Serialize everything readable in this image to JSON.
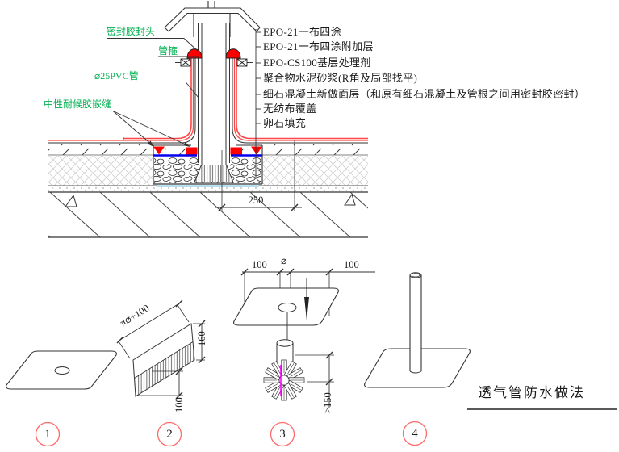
{
  "drawing": {
    "callouts_left": [
      "密封胶封头",
      "管箍",
      "⌀25PVC管",
      "中性耐候胶嵌缝"
    ],
    "layer_callouts": [
      "EPO-21一布四涂",
      "EPO-21一布四涂附加层",
      "EPO-CS100基层处理剂",
      "聚合物水泥砂浆(R角及局部找平)",
      "细石混凝土新做面层（和原有细石混凝土及管根之间用密封胶密封）",
      "无纺布覆盖",
      "卵石填充"
    ],
    "dimension_250": "250"
  },
  "details": {
    "fig2": {
      "length": "π⌀+100",
      "height": "160",
      "fringe": "100"
    },
    "fig3": {
      "offset_left": "100",
      "diameter": "⌀",
      "offset_right": "100",
      "depth": ">150"
    },
    "badges": [
      "1",
      "2",
      "3",
      "4"
    ]
  },
  "title": "透气管防水做法",
  "colors": {
    "callout_green": "#00B050",
    "membrane_red": "#FF4646",
    "sealant_red": "#FF0000",
    "fabric_blue": "#0000EE",
    "pit_liner_cyan": "#A6D8EA",
    "marker_magenta": "#FF00FF",
    "badge_red": "#FF6A6A"
  }
}
